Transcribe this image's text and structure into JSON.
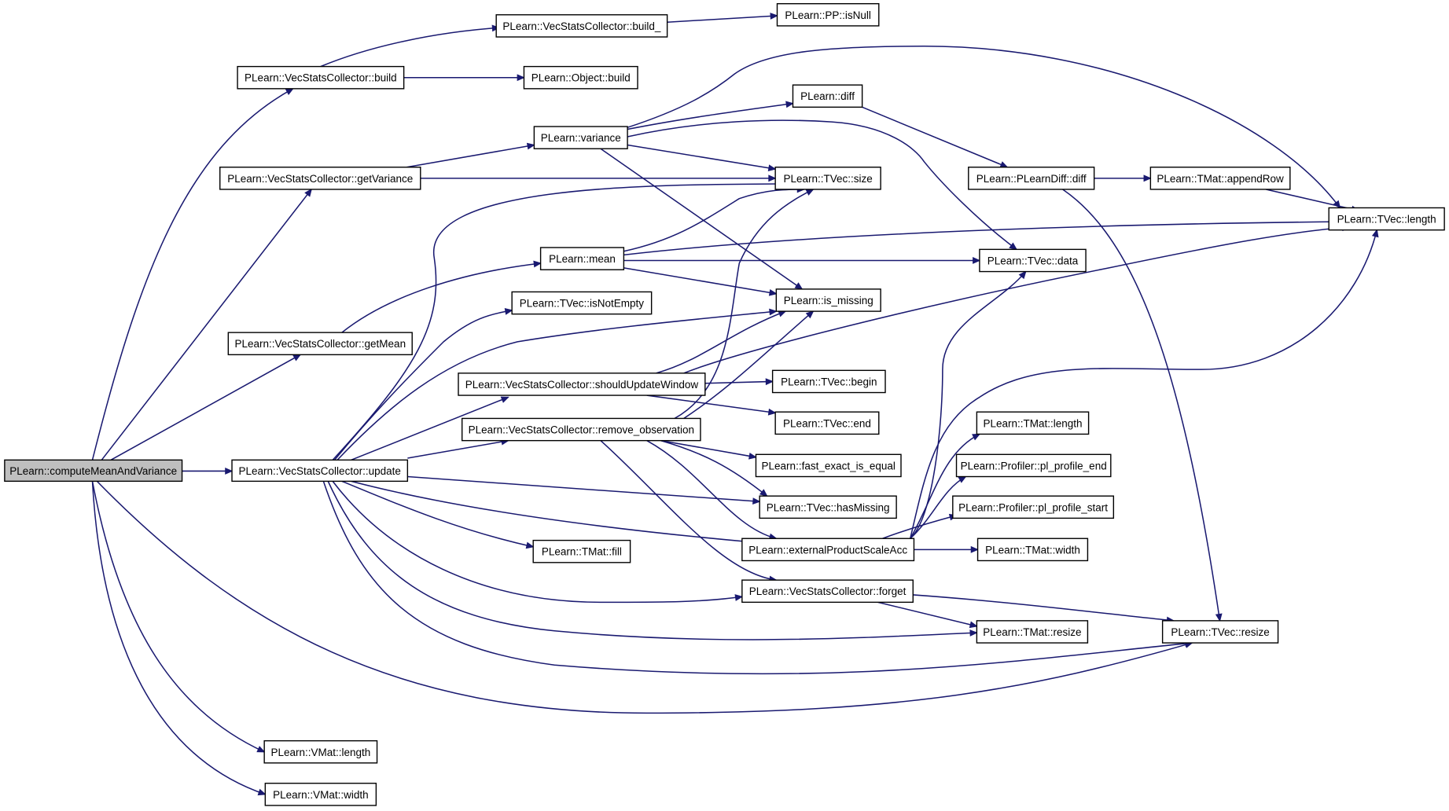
{
  "nodes": [
    {
      "id": "computeMeanAndVariance",
      "label": "PLearn::computeMeanAndVariance",
      "root": true
    },
    {
      "id": "vsc_build",
      "label": "PLearn::VecStatsCollector::build"
    },
    {
      "id": "vsc_build_",
      "label": "PLearn::VecStatsCollector::build_"
    },
    {
      "id": "pp_isNull",
      "label": "PLearn::PP::isNull"
    },
    {
      "id": "object_build",
      "label": "PLearn::Object::build"
    },
    {
      "id": "vsc_getVariance",
      "label": "PLearn::VecStatsCollector::getVariance"
    },
    {
      "id": "variance",
      "label": "PLearn::variance"
    },
    {
      "id": "diff",
      "label": "PLearn::diff"
    },
    {
      "id": "pldiff_diff",
      "label": "PLearn::PLearnDiff::diff"
    },
    {
      "id": "tmat_appendRow",
      "label": "PLearn::TMat::appendRow"
    },
    {
      "id": "tvec_length",
      "label": "PLearn::TVec::length"
    },
    {
      "id": "tvec_size",
      "label": "PLearn::TVec::size"
    },
    {
      "id": "tvec_data",
      "label": "PLearn::TVec::data"
    },
    {
      "id": "mean",
      "label": "PLearn::mean"
    },
    {
      "id": "is_missing",
      "label": "PLearn::is_missing"
    },
    {
      "id": "tvec_isNotEmpty",
      "label": "PLearn::TVec::isNotEmpty"
    },
    {
      "id": "vsc_getMean",
      "label": "PLearn::VecStatsCollector::getMean"
    },
    {
      "id": "vsc_shouldUpdateWindow",
      "label": "PLearn::VecStatsCollector::shouldUpdateWindow"
    },
    {
      "id": "tvec_begin",
      "label": "PLearn::TVec::begin"
    },
    {
      "id": "vsc_remove_observation",
      "label": "PLearn::VecStatsCollector::remove_observation"
    },
    {
      "id": "tvec_end",
      "label": "PLearn::TVec::end"
    },
    {
      "id": "tmat_length",
      "label": "PLearn::TMat::length"
    },
    {
      "id": "vsc_update",
      "label": "PLearn::VecStatsCollector::update"
    },
    {
      "id": "fast_exact_is_equal",
      "label": "PLearn::fast_exact_is_equal"
    },
    {
      "id": "profiler_end",
      "label": "PLearn::Profiler::pl_profile_end"
    },
    {
      "id": "tvec_hasMissing",
      "label": "PLearn::TVec::hasMissing"
    },
    {
      "id": "profiler_start",
      "label": "PLearn::Profiler::pl_profile_start"
    },
    {
      "id": "tmat_fill",
      "label": "PLearn::TMat::fill"
    },
    {
      "id": "externalProductScaleAcc",
      "label": "PLearn::externalProductScaleAcc"
    },
    {
      "id": "tmat_width",
      "label": "PLearn::TMat::width"
    },
    {
      "id": "vsc_forget",
      "label": "PLearn::VecStatsCollector::forget"
    },
    {
      "id": "tmat_resize",
      "label": "PLearn::TMat::resize"
    },
    {
      "id": "tvec_resize",
      "label": "PLearn::TVec::resize"
    },
    {
      "id": "vmat_length",
      "label": "PLearn::VMat::length"
    },
    {
      "id": "vmat_width",
      "label": "PLearn::VMat::width"
    }
  ],
  "edges": [
    {
      "from": "computeMeanAndVariance",
      "to": "vsc_build"
    },
    {
      "from": "computeMeanAndVariance",
      "to": "vsc_getVariance"
    },
    {
      "from": "computeMeanAndVariance",
      "to": "vsc_getMean"
    },
    {
      "from": "computeMeanAndVariance",
      "to": "vsc_update"
    },
    {
      "from": "computeMeanAndVariance",
      "to": "tvec_resize"
    },
    {
      "from": "computeMeanAndVariance",
      "to": "vmat_length"
    },
    {
      "from": "computeMeanAndVariance",
      "to": "vmat_width"
    },
    {
      "from": "vsc_build",
      "to": "vsc_build_"
    },
    {
      "from": "vsc_build",
      "to": "object_build"
    },
    {
      "from": "vsc_build_",
      "to": "pp_isNull"
    },
    {
      "from": "vsc_getVariance",
      "to": "variance"
    },
    {
      "from": "vsc_getVariance",
      "to": "tvec_size"
    },
    {
      "from": "variance",
      "to": "diff"
    },
    {
      "from": "variance",
      "to": "tvec_length"
    },
    {
      "from": "variance",
      "to": "tvec_size"
    },
    {
      "from": "variance",
      "to": "tvec_data"
    },
    {
      "from": "variance",
      "to": "is_missing"
    },
    {
      "from": "diff",
      "to": "pldiff_diff"
    },
    {
      "from": "pldiff_diff",
      "to": "tmat_appendRow"
    },
    {
      "from": "pldiff_diff",
      "to": "tvec_resize"
    },
    {
      "from": "tmat_appendRow",
      "to": "tvec_length"
    },
    {
      "from": "vsc_getMean",
      "to": "mean"
    },
    {
      "from": "mean",
      "to": "tvec_size"
    },
    {
      "from": "mean",
      "to": "tvec_length"
    },
    {
      "from": "mean",
      "to": "tvec_data"
    },
    {
      "from": "mean",
      "to": "is_missing"
    },
    {
      "from": "vsc_update",
      "to": "tvec_size"
    },
    {
      "from": "vsc_update",
      "to": "tvec_isNotEmpty"
    },
    {
      "from": "vsc_update",
      "to": "is_missing"
    },
    {
      "from": "vsc_update",
      "to": "vsc_shouldUpdateWindow"
    },
    {
      "from": "vsc_update",
      "to": "vsc_remove_observation"
    },
    {
      "from": "vsc_update",
      "to": "tvec_hasMissing"
    },
    {
      "from": "vsc_update",
      "to": "tmat_fill"
    },
    {
      "from": "vsc_update",
      "to": "externalProductScaleAcc"
    },
    {
      "from": "vsc_update",
      "to": "vsc_forget"
    },
    {
      "from": "vsc_update",
      "to": "tmat_resize"
    },
    {
      "from": "vsc_update",
      "to": "tvec_resize"
    },
    {
      "from": "vsc_shouldUpdateWindow",
      "to": "tvec_length"
    },
    {
      "from": "vsc_shouldUpdateWindow",
      "to": "is_missing"
    },
    {
      "from": "vsc_shouldUpdateWindow",
      "to": "tvec_begin"
    },
    {
      "from": "vsc_shouldUpdateWindow",
      "to": "tvec_end"
    },
    {
      "from": "vsc_remove_observation",
      "to": "tvec_size"
    },
    {
      "from": "vsc_remove_observation",
      "to": "is_missing"
    },
    {
      "from": "vsc_remove_observation",
      "to": "fast_exact_is_equal"
    },
    {
      "from": "vsc_remove_observation",
      "to": "tvec_hasMissing"
    },
    {
      "from": "vsc_remove_observation",
      "to": "externalProductScaleAcc"
    },
    {
      "from": "vsc_remove_observation",
      "to": "vsc_forget"
    },
    {
      "from": "externalProductScaleAcc",
      "to": "tvec_data"
    },
    {
      "from": "externalProductScaleAcc",
      "to": "tvec_length"
    },
    {
      "from": "externalProductScaleAcc",
      "to": "tmat_length"
    },
    {
      "from": "externalProductScaleAcc",
      "to": "profiler_end"
    },
    {
      "from": "externalProductScaleAcc",
      "to": "profiler_start"
    },
    {
      "from": "externalProductScaleAcc",
      "to": "tmat_width"
    },
    {
      "from": "vsc_forget",
      "to": "tmat_resize"
    },
    {
      "from": "vsc_forget",
      "to": "tvec_resize"
    }
  ],
  "colors": {
    "edge": "#191970",
    "node_border": "#000000",
    "node_fill": "#ffffff",
    "root_fill": "#bfbfbf",
    "background": "#ffffff"
  }
}
